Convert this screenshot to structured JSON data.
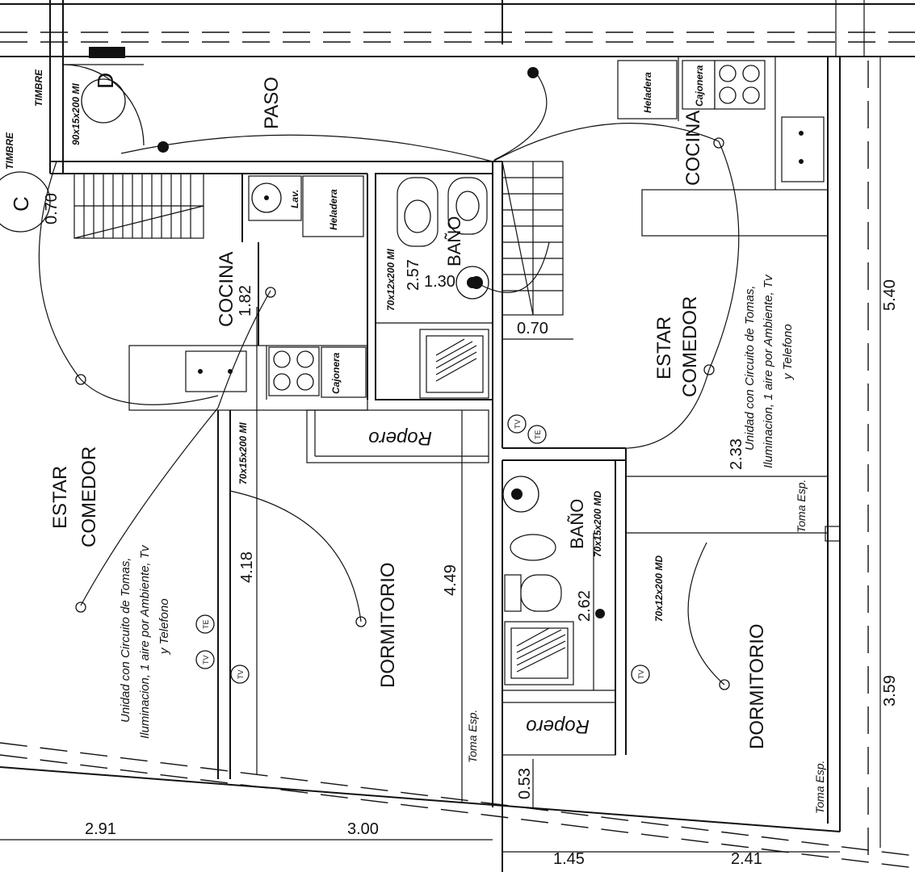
{
  "labels": {
    "timbre_top": "TIMBRE",
    "timbre_left": "TIMBRE",
    "door_d": "90x15x200 MI",
    "circle_d": "D",
    "circle_c": "C",
    "paso": "PASO",
    "dim_070_left": "0.70",
    "lav": "Lav.",
    "heladera_1": "Heladera",
    "cocina_1": "COCINA",
    "dim_182": "1.82",
    "cajonera_1": "Cajonera",
    "bano_1": "BAÑO",
    "dim_257": "2.57",
    "dim_130": "1.30",
    "door_bano1": "70x12x200 MI",
    "dim_070_mid": "0.70",
    "heladera_2": "Heladera",
    "cajonera_2": "Cajonera",
    "cocina_2": "COCINA",
    "dim_540": "5.40",
    "estar_comedor_right_1": "ESTAR",
    "estar_comedor_right_2": "COMEDOR",
    "unidad_right_1": "Unidad con Circuito de Tomas,",
    "unidad_right_2": "Iluminacion, 1 aire por Ambiente, Tv",
    "unidad_right_3": "y Telefono",
    "dim_233": "2.33",
    "toma_esp_1": "Toma Esp.",
    "tv_1": "TV",
    "te_1": "TE",
    "ropero_1": "Ropero",
    "door_dorm1": "70x15x200 MI",
    "estar_comedor_left_1": "ESTAR",
    "estar_comedor_left_2": "COMEDOR",
    "unidad_left_1": "Unidad con Circuito de Tomas,",
    "unidad_left_2": "Iluminacion, 1 aire por Ambiente, Tv",
    "unidad_left_3": "y Telefono",
    "tv_2": "TV",
    "te_2": "TE",
    "tv_3": "TV",
    "dim_418": "4.18",
    "dim_449": "4.49",
    "dormitorio_1": "DORMITORIO",
    "bano_2": "BAÑO",
    "door_bano2": "70x15x200 MD",
    "door_dorm2": "70x12x200 MD",
    "dim_262": "2.62",
    "tv_4": "TV",
    "ropero_2": "Ropero",
    "toma_esp_2": "Toma Esp.",
    "dim_053": "0.53",
    "dormitorio_2": "DORMITORIO",
    "toma_esp_3": "Toma Esp.",
    "dim_359": "3.59",
    "dim_291": "2.91",
    "dim_300": "3.00",
    "dim_145": "1.45",
    "dim_241": "2.41"
  }
}
